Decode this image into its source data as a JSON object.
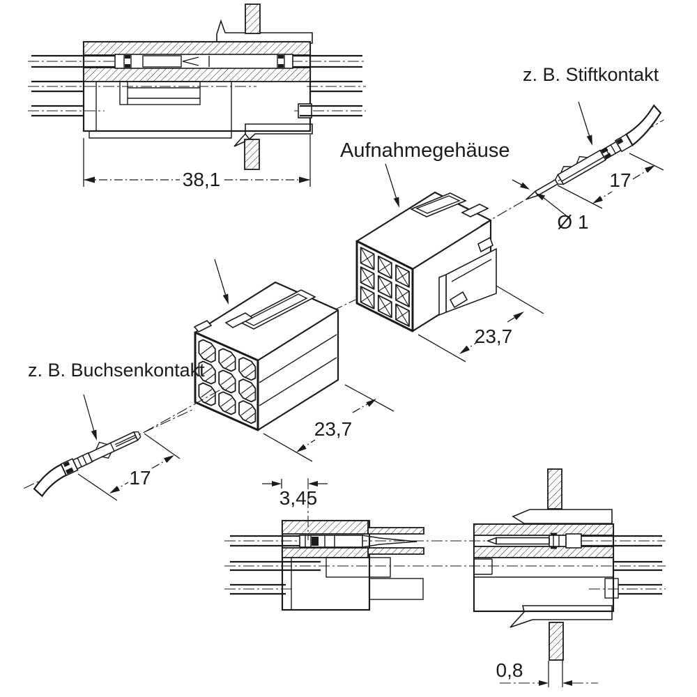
{
  "figure": {
    "type": "connector-technical-drawing",
    "background_color": "#ffffff",
    "ink_color": "#1b1b1b",
    "callouts": {
      "pin_contact": "z. B. Stiftkontakt",
      "receptacle_housing": "Aufnahmegehäuse",
      "socket_contact": "z. B. Buchsenkontakt"
    },
    "dimensions_mm": {
      "mated_assembly_length": "38,1",
      "pin_contact_length": "17",
      "pin_diameter": "Ø 1",
      "receptacle_housing_length": "23,7",
      "plug_housing_length": "23,7",
      "socket_contact_length": "17",
      "contact_pitch": "3,45",
      "panel_thickness": "0,8"
    }
  }
}
